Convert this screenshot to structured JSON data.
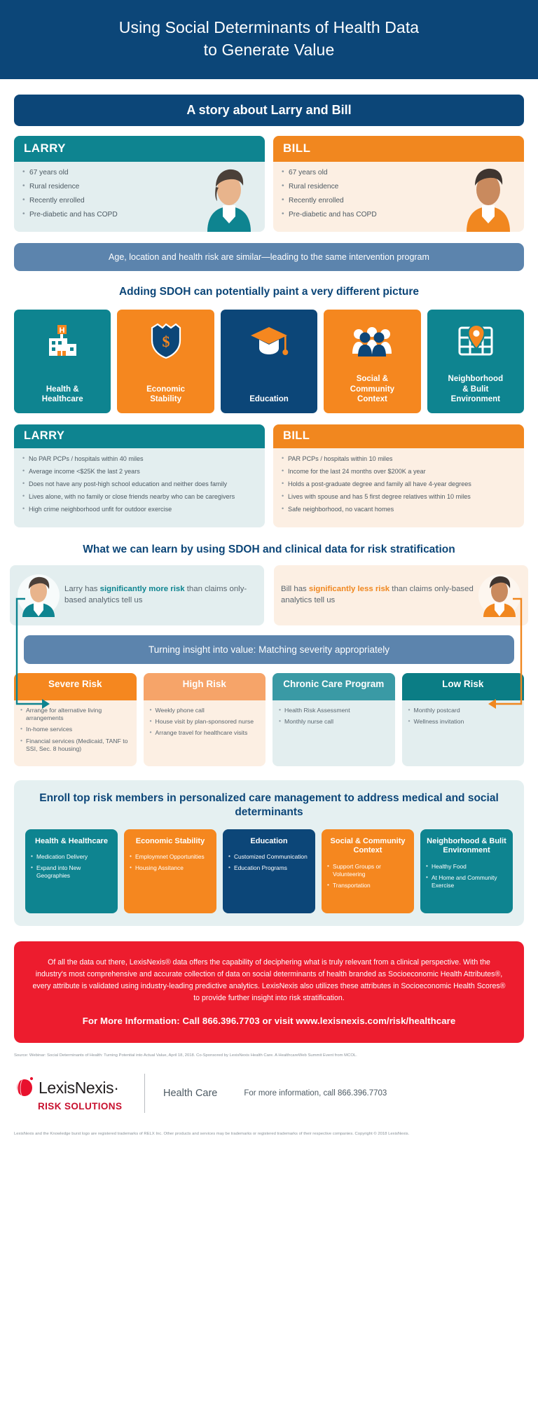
{
  "header": {
    "title_line1": "Using Social Determinants of Health Data",
    "title_line2": "to Generate Value"
  },
  "story": {
    "banner": "A story about Larry and Bill",
    "people": [
      {
        "name": "LARRY",
        "accent": "#0e8490",
        "facts": [
          "67 years old",
          "Rural residence",
          "Recently enrolled",
          "Pre-diabetic and has COPD"
        ]
      },
      {
        "name": "BILL",
        "accent": "#f1871f",
        "facts": [
          "67 years old",
          "Rural residence",
          "Recently enrolled",
          "Pre-diabetic and has COPD"
        ]
      }
    ],
    "similarity_banner": "Age, location and health risk are similar—leading to the same intervention program"
  },
  "sdoh": {
    "title": "Adding SDOH can potentially paint a very different picture",
    "domains": [
      {
        "label_line1": "Health &",
        "label_line2": "Healthcare",
        "color": "#0e8490",
        "icon": "hospital-icon"
      },
      {
        "label_line1": "Economic",
        "label_line2": "Stability",
        "color": "#f5871f",
        "icon": "shield-dollar-icon"
      },
      {
        "label_line1": "Education",
        "label_line2": "",
        "color": "#0c4678",
        "icon": "graduation-cap-icon"
      },
      {
        "label_line1": "Social &",
        "label_line2": "Community",
        "label_line3": "Context",
        "color": "#f5871f",
        "icon": "people-group-icon"
      },
      {
        "label_line1": "Neighborhood",
        "label_line2": "& Bulit",
        "label_line3": "Environment",
        "color": "#0e8490",
        "icon": "map-pin-icon"
      }
    ]
  },
  "details": {
    "larry": {
      "name": "LARRY",
      "items": [
        "No PAR PCPs / hospitals within 40 miles",
        "Average income <$25K the last 2 years",
        "Does not have any post-high school education and neither does family",
        "Lives alone, with no family or close friends nearby who can be caregivers",
        "High crime neighborhood unfit for outdoor exercise"
      ]
    },
    "bill": {
      "name": "BILL",
      "items": [
        "PAR PCPs / hospitals within 10 miles",
        "Income for the last 24 months over $200K a year",
        "Holds a post-graduate degree and family all have 4-year degrees",
        "Lives with spouse and has 5 first degree relatives within 10 miles",
        "Safe neighborhood, no vacant homes"
      ]
    }
  },
  "stratification": {
    "title": "What we can learn by using SDOH and clinical data for risk stratification",
    "larry_quote": {
      "pre": "Larry has ",
      "strong": "significantly more risk",
      "post": " than claims only-based analytics tell us"
    },
    "bill_quote": {
      "pre": "Bill has ",
      "strong": "significantly less risk",
      "post": " than claims only-based analytics tell us"
    },
    "insight_banner": "Turning insight into value: Matching severity appropriately",
    "risk_levels": [
      {
        "title": "Severe Risk",
        "items": [
          "Arrange for alternative living arrangements",
          "In-home services",
          "Financial services (Medicaid, TANF to SSI, Sec. 8 housing)"
        ]
      },
      {
        "title": "High Risk",
        "items": [
          "Weekly phone call",
          "House visit by plan-sponsored nurse",
          "Arrange travel for healthcare visits"
        ]
      },
      {
        "title": "Chronic Care Program",
        "items": [
          "Health Risk Assessment",
          "Monthly nurse call"
        ]
      },
      {
        "title": "Low Risk",
        "items": [
          "Monthly postcard",
          "Wellness invitation"
        ]
      }
    ]
  },
  "enroll": {
    "title": "Enroll top risk members in personalized care management to address medical and social determinants",
    "cards": [
      {
        "title": "Health & Healthcare",
        "color": "#0e8490",
        "items": [
          "Medication Delivery",
          "Expand into New Geographies"
        ]
      },
      {
        "title": "Economic Stability",
        "color": "#f5871f",
        "items": [
          "Employmnet Opportunities",
          "Housing Assitance"
        ]
      },
      {
        "title": "Education",
        "color": "#0c4678",
        "items": [
          "Customized Communication",
          "Education Programs"
        ]
      },
      {
        "title": "Social & Community Context",
        "color": "#f5871f",
        "items": [
          "Support Groups or Volunteering",
          "Transportation"
        ]
      },
      {
        "title": "Neighborhood & Bulit Environment",
        "color": "#0e8490",
        "items": [
          "Healthy Food",
          "At Home and Community Exercise"
        ]
      }
    ]
  },
  "cta": {
    "body": "Of all the data out there, LexisNexis® data offers the capability of deciphering what is truly relevant from a clinical perspective.  With the industry's most comprehensive and accurate collection of data on social determinants of health branded as Socioeconomic Health Attributes®, every attribute is validated using industry-leading predictive analytics.  LexisNexis also utilizes these attributes in Socioeconomic Health Scores® to provide further insight into risk stratification.",
    "call_to_action": "For More Information: Call 866.396.7703 or visit www.lexisnexis.com/risk/healthcare",
    "bg_color": "#ed1c2e"
  },
  "footer": {
    "source": "Source:   Webinar: Social Determinants of Health: Turning Potential into Actual Value, April 18, 2018. Co-Sponsored by LexisNexis Health Care. A HealthcareWeb Summit Event from MCOL.",
    "logo_word": "LexisNexis·",
    "logo_sub": "RISK SOLUTIONS",
    "division": "Health Care",
    "contact": "For more information, call 866.396.7703",
    "legal": "LexisNexis and the Knowledge burst logo are registered trademarks of RELX Inc.  Other products and services may be trademarks or registered trademarks of their respective companies. Copyright © 2018 LexisNexis."
  }
}
